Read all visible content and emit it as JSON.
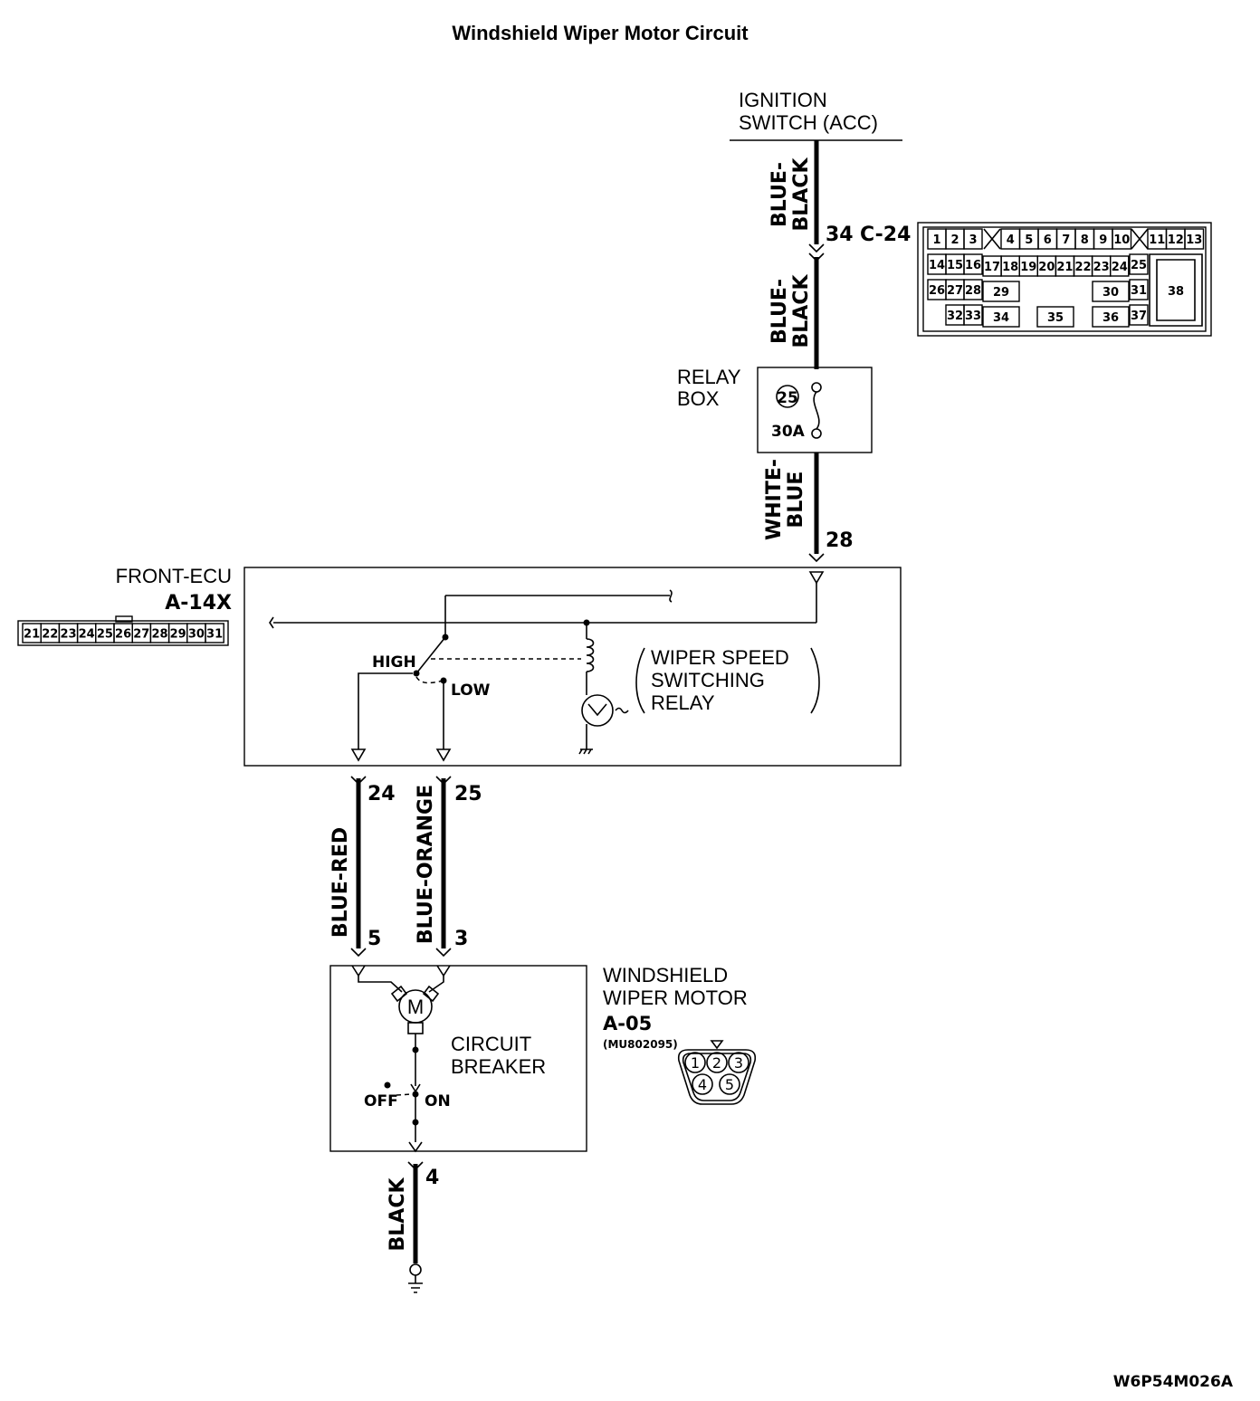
{
  "title": "Windshield Wiper Motor Circuit",
  "ignition": {
    "line1": "IGNITION",
    "line2": "SWITCH (ACC)"
  },
  "wires": {
    "blue_black_1": {
      "line1": "BLUE-",
      "line2": "BLACK"
    },
    "blue_black_2": {
      "line1": "BLUE-",
      "line2": "BLACK"
    },
    "white_blue": {
      "line1": "WHITE-",
      "line2": "BLUE"
    },
    "blue_red": "BLUE-RED",
    "blue_orange": "BLUE-ORANGE",
    "black": "BLACK"
  },
  "terminals": {
    "c24_pin": "34",
    "c24_conn": "C-24",
    "relay_out": "28",
    "ecu_24": "24",
    "ecu_25": "25",
    "motor_5": "5",
    "motor_3": "3",
    "motor_4": "4"
  },
  "relay_box": {
    "line1": "RELAY",
    "line2": "BOX",
    "fuse_no": "25",
    "fuse_rating": "30A"
  },
  "front_ecu": {
    "name": "FRONT-ECU",
    "connector": "A-14X",
    "pins": [
      "21",
      "22",
      "23",
      "24",
      "25",
      "26",
      "27",
      "28",
      "29",
      "30",
      "31"
    ]
  },
  "relay": {
    "line1": "WIPER SPEED",
    "line2": "SWITCHING",
    "line3": "RELAY",
    "high": "HIGH",
    "low": "LOW"
  },
  "motor": {
    "line1": "WINDSHIELD",
    "line2": "WIPER MOTOR",
    "connector": "A-05",
    "part_no": "(MU802095)",
    "pins": [
      "1",
      "2",
      "3",
      "4",
      "5"
    ],
    "symbol": "M",
    "breaker_line1": "CIRCUIT",
    "breaker_line2": "BREAKER",
    "off": "OFF",
    "on": "ON"
  },
  "c24_pins": {
    "row1": [
      "1",
      "2",
      "3",
      "4",
      "5",
      "6",
      "7",
      "8",
      "9",
      "10",
      "11",
      "12",
      "13"
    ],
    "row2": [
      "14",
      "15",
      "16",
      "17",
      "18",
      "19",
      "20",
      "21",
      "22",
      "23",
      "24",
      "25"
    ],
    "row3": [
      "26",
      "27",
      "28",
      "29",
      "30",
      "31"
    ],
    "row4": [
      "32",
      "33",
      "34",
      "35",
      "36",
      "37"
    ],
    "big": "38"
  },
  "figure_code": "W6P54M026A"
}
